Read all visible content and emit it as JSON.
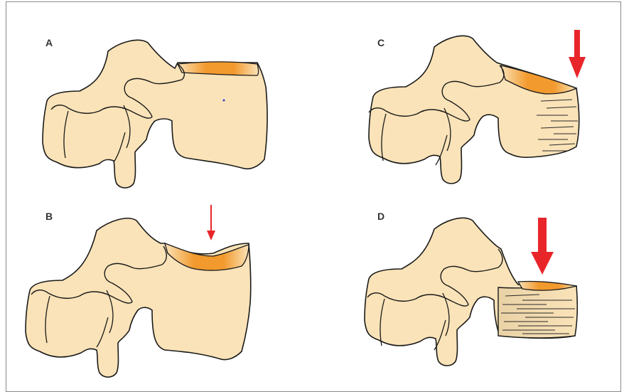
{
  "panels": [
    {
      "label": "A"
    },
    {
      "label": "B"
    },
    {
      "label": "C"
    },
    {
      "label": "D"
    }
  ],
  "colors": {
    "bone_fill": "#fae3b8",
    "bone_stroke": "#1a1a1a",
    "endplate": "#f29a2e",
    "arrow": "#e8262a",
    "frame": "#8a8a8a"
  }
}
